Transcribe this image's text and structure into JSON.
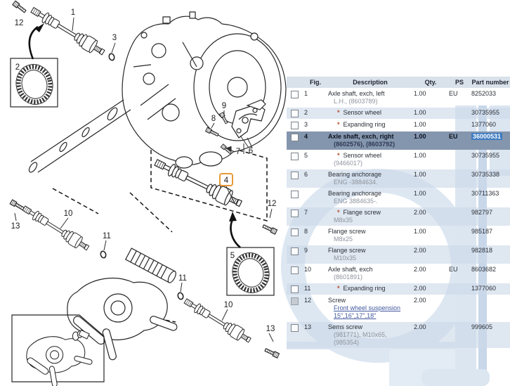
{
  "diagram": {
    "labels": [
      "12",
      "1",
      "3",
      "2",
      "9",
      "8",
      "7",
      "6",
      "4",
      "12",
      "13",
      "10",
      "11",
      "5",
      "11",
      "10",
      "13"
    ],
    "highlighted_label": "4"
  },
  "table": {
    "headers": {
      "fig": "Fig.",
      "description": "Description",
      "qty": "Qty.",
      "ps": "PS",
      "part": "Part number"
    },
    "rows": [
      {
        "fig": "1",
        "desc": "Axle shaft, exch, left",
        "sub": "L.H., (8603789)",
        "qty": "1.00",
        "ps": "EU",
        "part": "8252033"
      },
      {
        "fig": "2",
        "bullet": "*",
        "desc": "Sensor wheel",
        "qty": "1.00",
        "ps": "",
        "part": "30735955"
      },
      {
        "fig": "3",
        "bullet": "*",
        "desc": "Expanding ring",
        "qty": "1.00",
        "ps": "",
        "part": "1377060"
      },
      {
        "fig": "4",
        "desc": "Axle shaft, exch, right",
        "sub": "(8602576), (8603792)",
        "qty": "1.00",
        "ps": "EU",
        "part": "36000531"
      },
      {
        "fig": "5",
        "bullet": "*",
        "desc": "Sensor wheel",
        "sub": "(9466017)",
        "qty": "1.00",
        "ps": "",
        "part": "30735955"
      },
      {
        "fig": "6",
        "desc": "Bearing anchorage",
        "sub": "ENG -3884634.",
        "qty": "1.00",
        "ps": "",
        "part": "30735338"
      },
      {
        "fig": "",
        "desc": "Bearing anchorage",
        "sub": "ENG 3884635-.",
        "qty": "1.00",
        "ps": "",
        "part": "30711363"
      },
      {
        "fig": "7",
        "bullet": "*",
        "desc": "Flange screw",
        "sub": "M8x35",
        "qty": "2.00",
        "ps": "",
        "part": "982797"
      },
      {
        "fig": "8",
        "desc": "Flange screw",
        "sub": "M8x25",
        "qty": "1.00",
        "ps": "",
        "part": "985187"
      },
      {
        "fig": "9",
        "desc": "Flange screw",
        "sub": "M10x35",
        "qty": "2.00",
        "ps": "",
        "part": "982818"
      },
      {
        "fig": "10",
        "desc": "Axle shaft, exch",
        "sub": "(8601891)",
        "qty": "2.00",
        "ps": "EU",
        "part": "8603682"
      },
      {
        "fig": "11",
        "bullet": "*",
        "desc": "Expanding ring",
        "qty": "2.00",
        "ps": "",
        "part": "1377060"
      },
      {
        "fig": "12",
        "desc": "Screw",
        "sub": "Front wheel suspension 15\",16\",17\",18\"",
        "qty": "2.00",
        "ps": "",
        "part": ""
      },
      {
        "fig": "13",
        "desc": "Sems screw",
        "sub": "(981771), M10x65, (985354)",
        "qty": "2.00",
        "ps": "",
        "part": "999605"
      }
    ]
  },
  "colors": {
    "selected_row": "#8496ad",
    "selected_part_bg": "#3e7cc1",
    "row_stripe": "#dce5f0",
    "header_bg": "#d9e1ea",
    "bullet": "#b5502c",
    "link": "#41589f",
    "figure_highlight": "#e59a38",
    "watermark": "#dde7f2"
  }
}
